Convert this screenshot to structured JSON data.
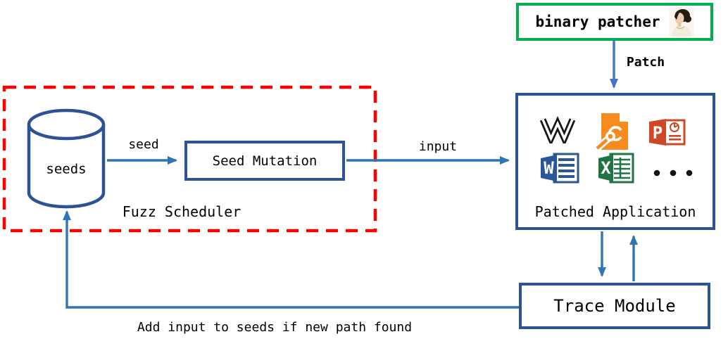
{
  "colors": {
    "border-blue": "#2E5395",
    "connector-blue": "#2E75B6",
    "patch-blue": "#4472C4",
    "frame-green": "#00B050",
    "frame-red": "#FE0000",
    "wps-black": "#161616",
    "foxit-orange": "#F68B1E",
    "ppt-red": "#D04727",
    "word-blue": "#2B579A",
    "excel-green": "#217346"
  },
  "nodes": {
    "binary_patcher": {
      "label": "binary patcher",
      "portrait": "woman-portrait"
    },
    "seeds": {
      "label": "seeds"
    },
    "seed_mutation": {
      "label": "Seed Mutation"
    },
    "fuzz_scheduler": {
      "label": "Fuzz Scheduler"
    },
    "patched_application": {
      "label": "Patched Application"
    },
    "trace_module": {
      "label": "Trace Module"
    }
  },
  "edges": {
    "patch": "Patch",
    "seed": "seed",
    "input": "input",
    "feedback": "Add input to seeds if new path found"
  },
  "icons": {
    "list": [
      "wps-writer-icon",
      "foxit-pdf-icon",
      "powerpoint-icon",
      "word-icon",
      "excel-icon",
      "more-apps-ellipsis"
    ],
    "powerpoint_letter": "P",
    "word_letter": "W",
    "excel_letter": "X"
  }
}
